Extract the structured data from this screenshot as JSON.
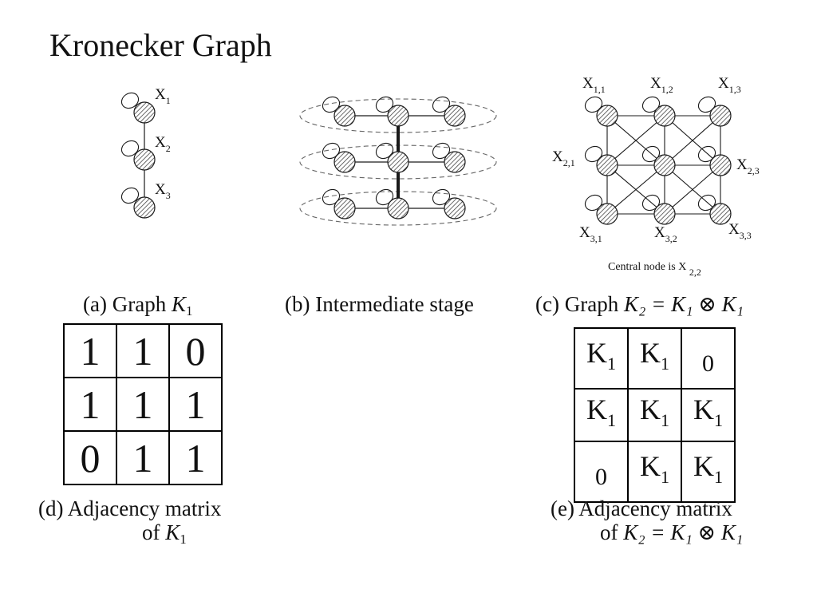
{
  "title": "Kronecker Graph",
  "captions": {
    "a": {
      "prefix": "(a) Graph ",
      "math_var": "K",
      "math_sub": "1"
    },
    "b": "(b) Intermediate stage",
    "c": {
      "prefix": "(c) Graph ",
      "math": "K₂ = K₁ ⊗ K₁"
    },
    "d": {
      "line1": "(d) Adjacency matrix",
      "line2_prefix": "of ",
      "math_var": "K",
      "math_sub": "1"
    },
    "e": {
      "line1": "(e) Adjacency matrix",
      "line2_prefix": "of ",
      "math": "K₂ = K₁ ⊗ K₁"
    }
  },
  "graph_a_labels": [
    "X1",
    "X2",
    "X3"
  ],
  "graph_c_labels": {
    "x11": "X1,1",
    "x12": "X1,2",
    "x13": "X1,3",
    "x21": "X2,1",
    "x23": "X2,3",
    "x31": "X3,1",
    "x32": "X3,2",
    "x33": "X3,3"
  },
  "central_note": {
    "text": "Central node is X",
    "sub": "2,2"
  },
  "matrix_k1": [
    [
      "1",
      "1",
      "0"
    ],
    [
      "1",
      "1",
      "1"
    ],
    [
      "0",
      "1",
      "1"
    ]
  ],
  "matrix_k2": [
    [
      "K1",
      "K1",
      "0"
    ],
    [
      "K1",
      "K1",
      "K1"
    ],
    [
      "0",
      "K1",
      "K1"
    ]
  ],
  "colors": {
    "line": "#1a1a1a",
    "node_fill": "#d9d9d9",
    "dash": "#666666"
  }
}
